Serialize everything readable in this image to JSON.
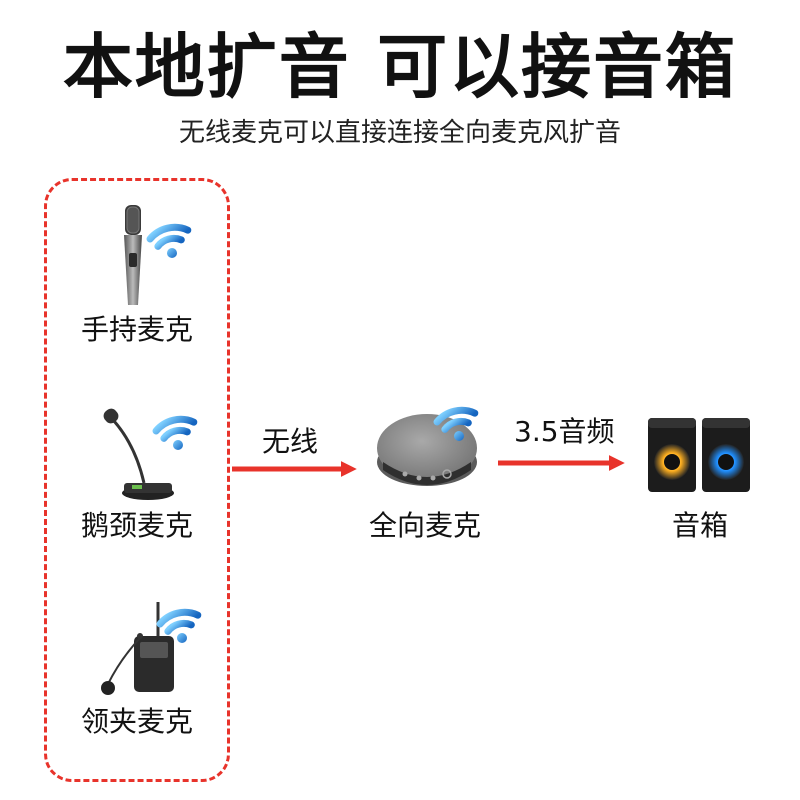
{
  "header": {
    "title": "本地扩音 可以接音箱",
    "subtitle": "无线麦克可以直接连接全向麦克风扩音"
  },
  "group": {
    "items": [
      {
        "label": "手持麦克",
        "icon": "handheld-mic-icon"
      },
      {
        "label": "鹅颈麦克",
        "icon": "gooseneck-mic-icon"
      },
      {
        "label": "领夹麦克",
        "icon": "lavalier-mic-icon"
      }
    ]
  },
  "flow": {
    "arrow1_label": "无线",
    "hub_label": "全向麦克",
    "arrow2_label": "3.5音频",
    "output_label": "音箱"
  },
  "colors": {
    "accent_red": "#e8332b",
    "wifi_blue": "#1e88e5",
    "text": "#111111"
  }
}
